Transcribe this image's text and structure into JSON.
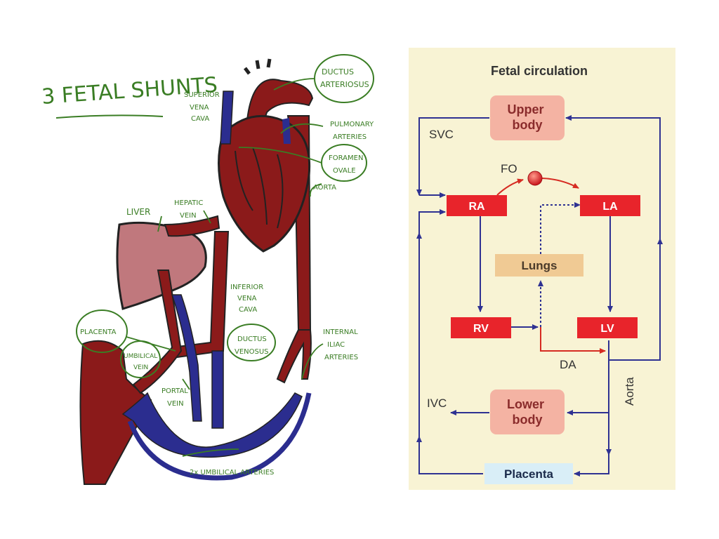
{
  "colors": {
    "panel_bg": "#f8f3d4",
    "vessel_red": "#8b1a1a",
    "vein_blue": "#2b2d8f",
    "liver_pink": "#c0787d",
    "annotation_green": "#3a7d24",
    "chamber_red": "#e8242b",
    "flow_red": "#d62b22",
    "upper_lower_box": "#f4b3a3",
    "lungs_box": "#f0ca94",
    "placenta_box": "#d9eef7",
    "arrow_navy": "#2e3192"
  },
  "sketch": {
    "title": "3 FETAL SHUNTS",
    "labels": {
      "superior_vena_cava": [
        "SUPERIOR",
        "VENA",
        "CAVA"
      ],
      "ductus_arteriosus": [
        "DUCTUS",
        "ARTERIOSUS"
      ],
      "pulmonary_arteries": [
        "PULMONARY",
        "ARTERIES"
      ],
      "foramen_ovale": [
        "FORAMEN",
        "OVALE"
      ],
      "aorta": "AORTA",
      "hepatic_vein": [
        "HEPATIC",
        "VEIN"
      ],
      "liver": "LIVER",
      "inferior_vena_cava": [
        "INFERIOR",
        "VENA",
        "CAVA"
      ],
      "placenta": "PLACENTA",
      "umbilical_vein": [
        "UMBILICAL",
        "VEIN"
      ],
      "ductus_venosus": [
        "DUCTUS",
        "VENOSUS"
      ],
      "internal_iliac_arteries": [
        "INTERNAL",
        "ILIAC",
        "ARTERIES"
      ],
      "portal_vein": [
        "PORTAL",
        "VEIN"
      ],
      "umbilical_arteries": "2x UMBILICAL ARTERIES"
    }
  },
  "diagram": {
    "title": "Fetal circulation",
    "boxes": {
      "upper_body": [
        "Upper",
        "body"
      ],
      "ra": "RA",
      "la": "LA",
      "lungs": "Lungs",
      "rv": "RV",
      "lv": "LV",
      "lower_body": [
        "Lower",
        "body"
      ],
      "placenta": "Placenta"
    },
    "labels": {
      "svc": "SVC",
      "fo": "FO",
      "da": "DA",
      "aorta": "Aorta",
      "ivc": "IVC"
    }
  }
}
